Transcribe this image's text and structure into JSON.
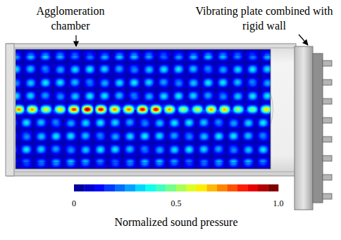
{
  "diagram": {
    "labels": [
      "Agglomeration chamber",
      "Vibrating plate combined with rigid wall",
      "0",
      "0.5",
      "1.0",
      "Normalized sound pressure"
    ]
  }
}
